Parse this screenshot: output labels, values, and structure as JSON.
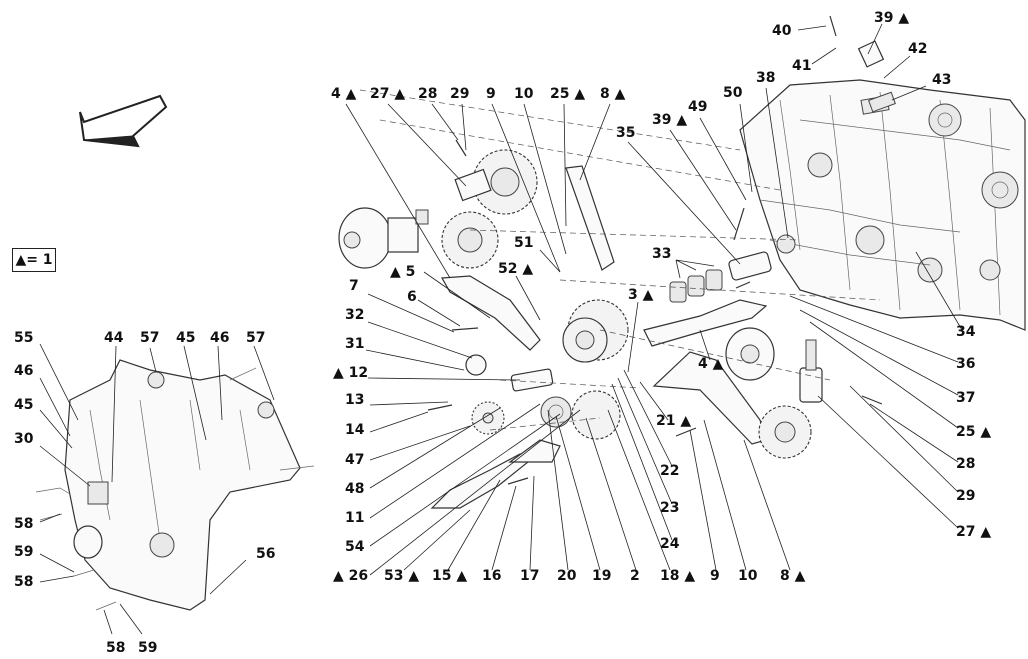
{
  "legend": {
    "text": "▲= 1"
  },
  "labels": [
    {
      "id": "l40",
      "text": "40"
    },
    {
      "id": "l39a",
      "text": "39 ▲"
    },
    {
      "id": "l42",
      "text": "42"
    },
    {
      "id": "l41",
      "text": "41"
    },
    {
      "id": "l43",
      "text": "43"
    },
    {
      "id": "l38",
      "text": "38"
    },
    {
      "id": "l50",
      "text": "50"
    },
    {
      "id": "l49",
      "text": "49"
    },
    {
      "id": "l39b",
      "text": "39 ▲"
    },
    {
      "id": "l35",
      "text": "35"
    },
    {
      "id": "l4a",
      "text": "4 ▲"
    },
    {
      "id": "l27a",
      "text": "27 ▲"
    },
    {
      "id": "l28a",
      "text": "28"
    },
    {
      "id": "l29a",
      "text": "29"
    },
    {
      "id": "l9a",
      "text": "9"
    },
    {
      "id": "l10a",
      "text": "10"
    },
    {
      "id": "l25a",
      "text": "25 ▲"
    },
    {
      "id": "l8a",
      "text": "8 ▲"
    },
    {
      "id": "l51",
      "text": "51"
    },
    {
      "id": "l52",
      "text": "52 ▲"
    },
    {
      "id": "l33",
      "text": "33"
    },
    {
      "id": "l3",
      "text": "3 ▲"
    },
    {
      "id": "l5",
      "text": "▲ 5"
    },
    {
      "id": "l7",
      "text": "7"
    },
    {
      "id": "l6",
      "text": "6"
    },
    {
      "id": "l32",
      "text": "32"
    },
    {
      "id": "l31",
      "text": "31"
    },
    {
      "id": "l12",
      "text": "▲ 12"
    },
    {
      "id": "l13",
      "text": "13"
    },
    {
      "id": "l14",
      "text": "14"
    },
    {
      "id": "l47",
      "text": "47"
    },
    {
      "id": "l48",
      "text": "48"
    },
    {
      "id": "l11",
      "text": "11"
    },
    {
      "id": "l54",
      "text": "54"
    },
    {
      "id": "l26",
      "text": "▲ 26"
    },
    {
      "id": "l53",
      "text": "53 ▲"
    },
    {
      "id": "l15",
      "text": "15 ▲"
    },
    {
      "id": "l16",
      "text": "16"
    },
    {
      "id": "l17",
      "text": "17"
    },
    {
      "id": "l20",
      "text": "20"
    },
    {
      "id": "l19",
      "text": "19"
    },
    {
      "id": "l2",
      "text": "2"
    },
    {
      "id": "l18",
      "text": "18 ▲"
    },
    {
      "id": "l9b",
      "text": "9"
    },
    {
      "id": "l10b",
      "text": "10"
    },
    {
      "id": "l8b",
      "text": "8 ▲"
    },
    {
      "id": "l4b",
      "text": "4 ▲"
    },
    {
      "id": "l21",
      "text": "21 ▲"
    },
    {
      "id": "l22",
      "text": "22"
    },
    {
      "id": "l23",
      "text": "23"
    },
    {
      "id": "l24",
      "text": "24"
    },
    {
      "id": "l34",
      "text": "34"
    },
    {
      "id": "l36",
      "text": "36"
    },
    {
      "id": "l37",
      "text": "37"
    },
    {
      "id": "l25b",
      "text": "25 ▲"
    },
    {
      "id": "l28b",
      "text": "28"
    },
    {
      "id": "l29b",
      "text": "29"
    },
    {
      "id": "l27b",
      "text": "27 ▲"
    },
    {
      "id": "l55",
      "text": "55"
    },
    {
      "id": "l44",
      "text": "44"
    },
    {
      "id": "l57a",
      "text": "57"
    },
    {
      "id": "l45a",
      "text": "45"
    },
    {
      "id": "l46a",
      "text": "46"
    },
    {
      "id": "l57b",
      "text": "57"
    },
    {
      "id": "l46b",
      "text": "46"
    },
    {
      "id": "l45b",
      "text": "45"
    },
    {
      "id": "l30",
      "text": "30"
    },
    {
      "id": "l58a",
      "text": "58"
    },
    {
      "id": "l59a",
      "text": "59"
    },
    {
      "id": "l58b",
      "text": "58"
    },
    {
      "id": "l56",
      "text": "56"
    },
    {
      "id": "l58c",
      "text": "58"
    },
    {
      "id": "l59b",
      "text": "59"
    }
  ]
}
